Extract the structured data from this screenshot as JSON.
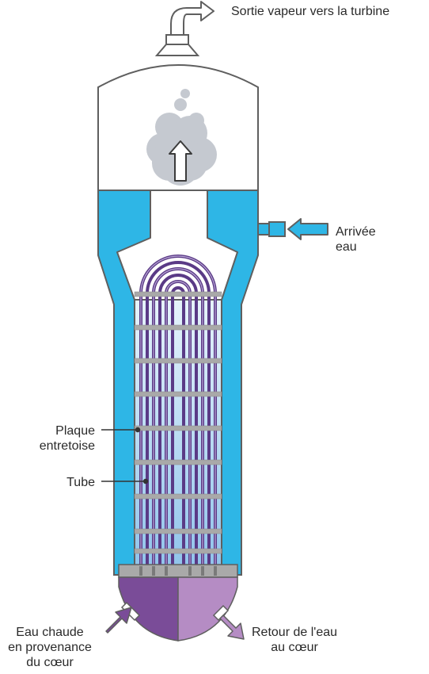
{
  "labels": {
    "steam_out": "Sortie vapeur vers la turbine",
    "water_in_1": "Arrivée",
    "water_in_2": "eau",
    "plate_1": "Plaque",
    "plate_2": "entretoise",
    "tube": "Tube",
    "hot_in_1": "Eau chaude",
    "hot_in_2": "en provenance",
    "hot_in_3": "du cœur",
    "return_1": "Retour de l'eau",
    "return_2": "au cœur"
  },
  "colors": {
    "water": "#2eb6e6",
    "shell_outline": "#5f5f5f",
    "tubes": "#5a3a86",
    "spacer_plates": "#a9a9a9",
    "hot_chamber": "#7a4c98",
    "return_chamber": "#b58cc4",
    "steam_cloud": "#c5c9d0"
  }
}
